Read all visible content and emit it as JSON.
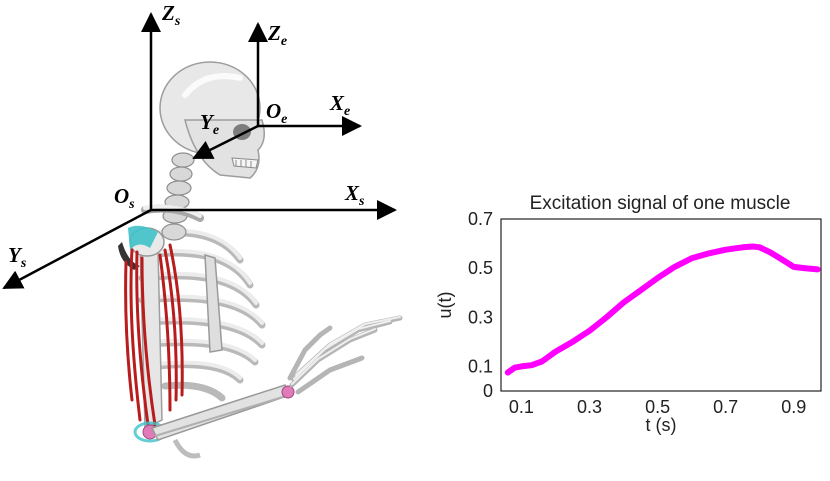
{
  "diagram": {
    "frames": {
      "shoulder_z_main": "Z",
      "shoulder_z_sub": "s",
      "shoulder_x_main": "X",
      "shoulder_x_sub": "s",
      "shoulder_y_main": "Y",
      "shoulder_y_sub": "s",
      "shoulder_o_main": "O",
      "shoulder_o_sub": "s",
      "eye_z_main": "Z",
      "eye_z_sub": "e",
      "eye_x_main": "X",
      "eye_x_sub": "e",
      "eye_y_main": "Y",
      "eye_y_sub": "e",
      "eye_o_main": "O",
      "eye_o_sub": "e"
    },
    "colors": {
      "bone": "#e6e6e6",
      "bone_shade": "#a9a9a9",
      "muscle": "#b81c1c",
      "cyan_marker": "#3fc1c9",
      "joint_marker": "#e07ab8"
    }
  },
  "chart_data": {
    "type": "line",
    "title": "Excitation signal of one muscle",
    "xlabel": "t (s)",
    "ylabel": "u(t)",
    "xlim": [
      0.04,
      0.98
    ],
    "ylim": [
      0,
      0.7
    ],
    "xticks": [
      "0.1",
      "0.3",
      "0.5",
      "0.7",
      "0.9"
    ],
    "xtick_values": [
      0.1,
      0.3,
      0.5,
      0.7,
      0.9
    ],
    "yticks": [
      "0",
      "0.1",
      "0.3",
      "0.5",
      "0.7"
    ],
    "ytick_values": [
      0,
      0.1,
      0.3,
      0.5,
      0.7
    ],
    "grid": false,
    "series": [
      {
        "color": "#ff00ff",
        "x": [
          0.06,
          0.08,
          0.1,
          0.13,
          0.16,
          0.2,
          0.25,
          0.3,
          0.35,
          0.4,
          0.45,
          0.5,
          0.55,
          0.6,
          0.65,
          0.7,
          0.75,
          0.78,
          0.8,
          0.83,
          0.86,
          0.9,
          0.93,
          0.97
        ],
        "y": [
          0.075,
          0.095,
          0.1,
          0.105,
          0.12,
          0.16,
          0.2,
          0.245,
          0.3,
          0.36,
          0.41,
          0.46,
          0.505,
          0.54,
          0.56,
          0.575,
          0.585,
          0.588,
          0.585,
          0.565,
          0.54,
          0.505,
          0.5,
          0.495
        ]
      }
    ]
  }
}
